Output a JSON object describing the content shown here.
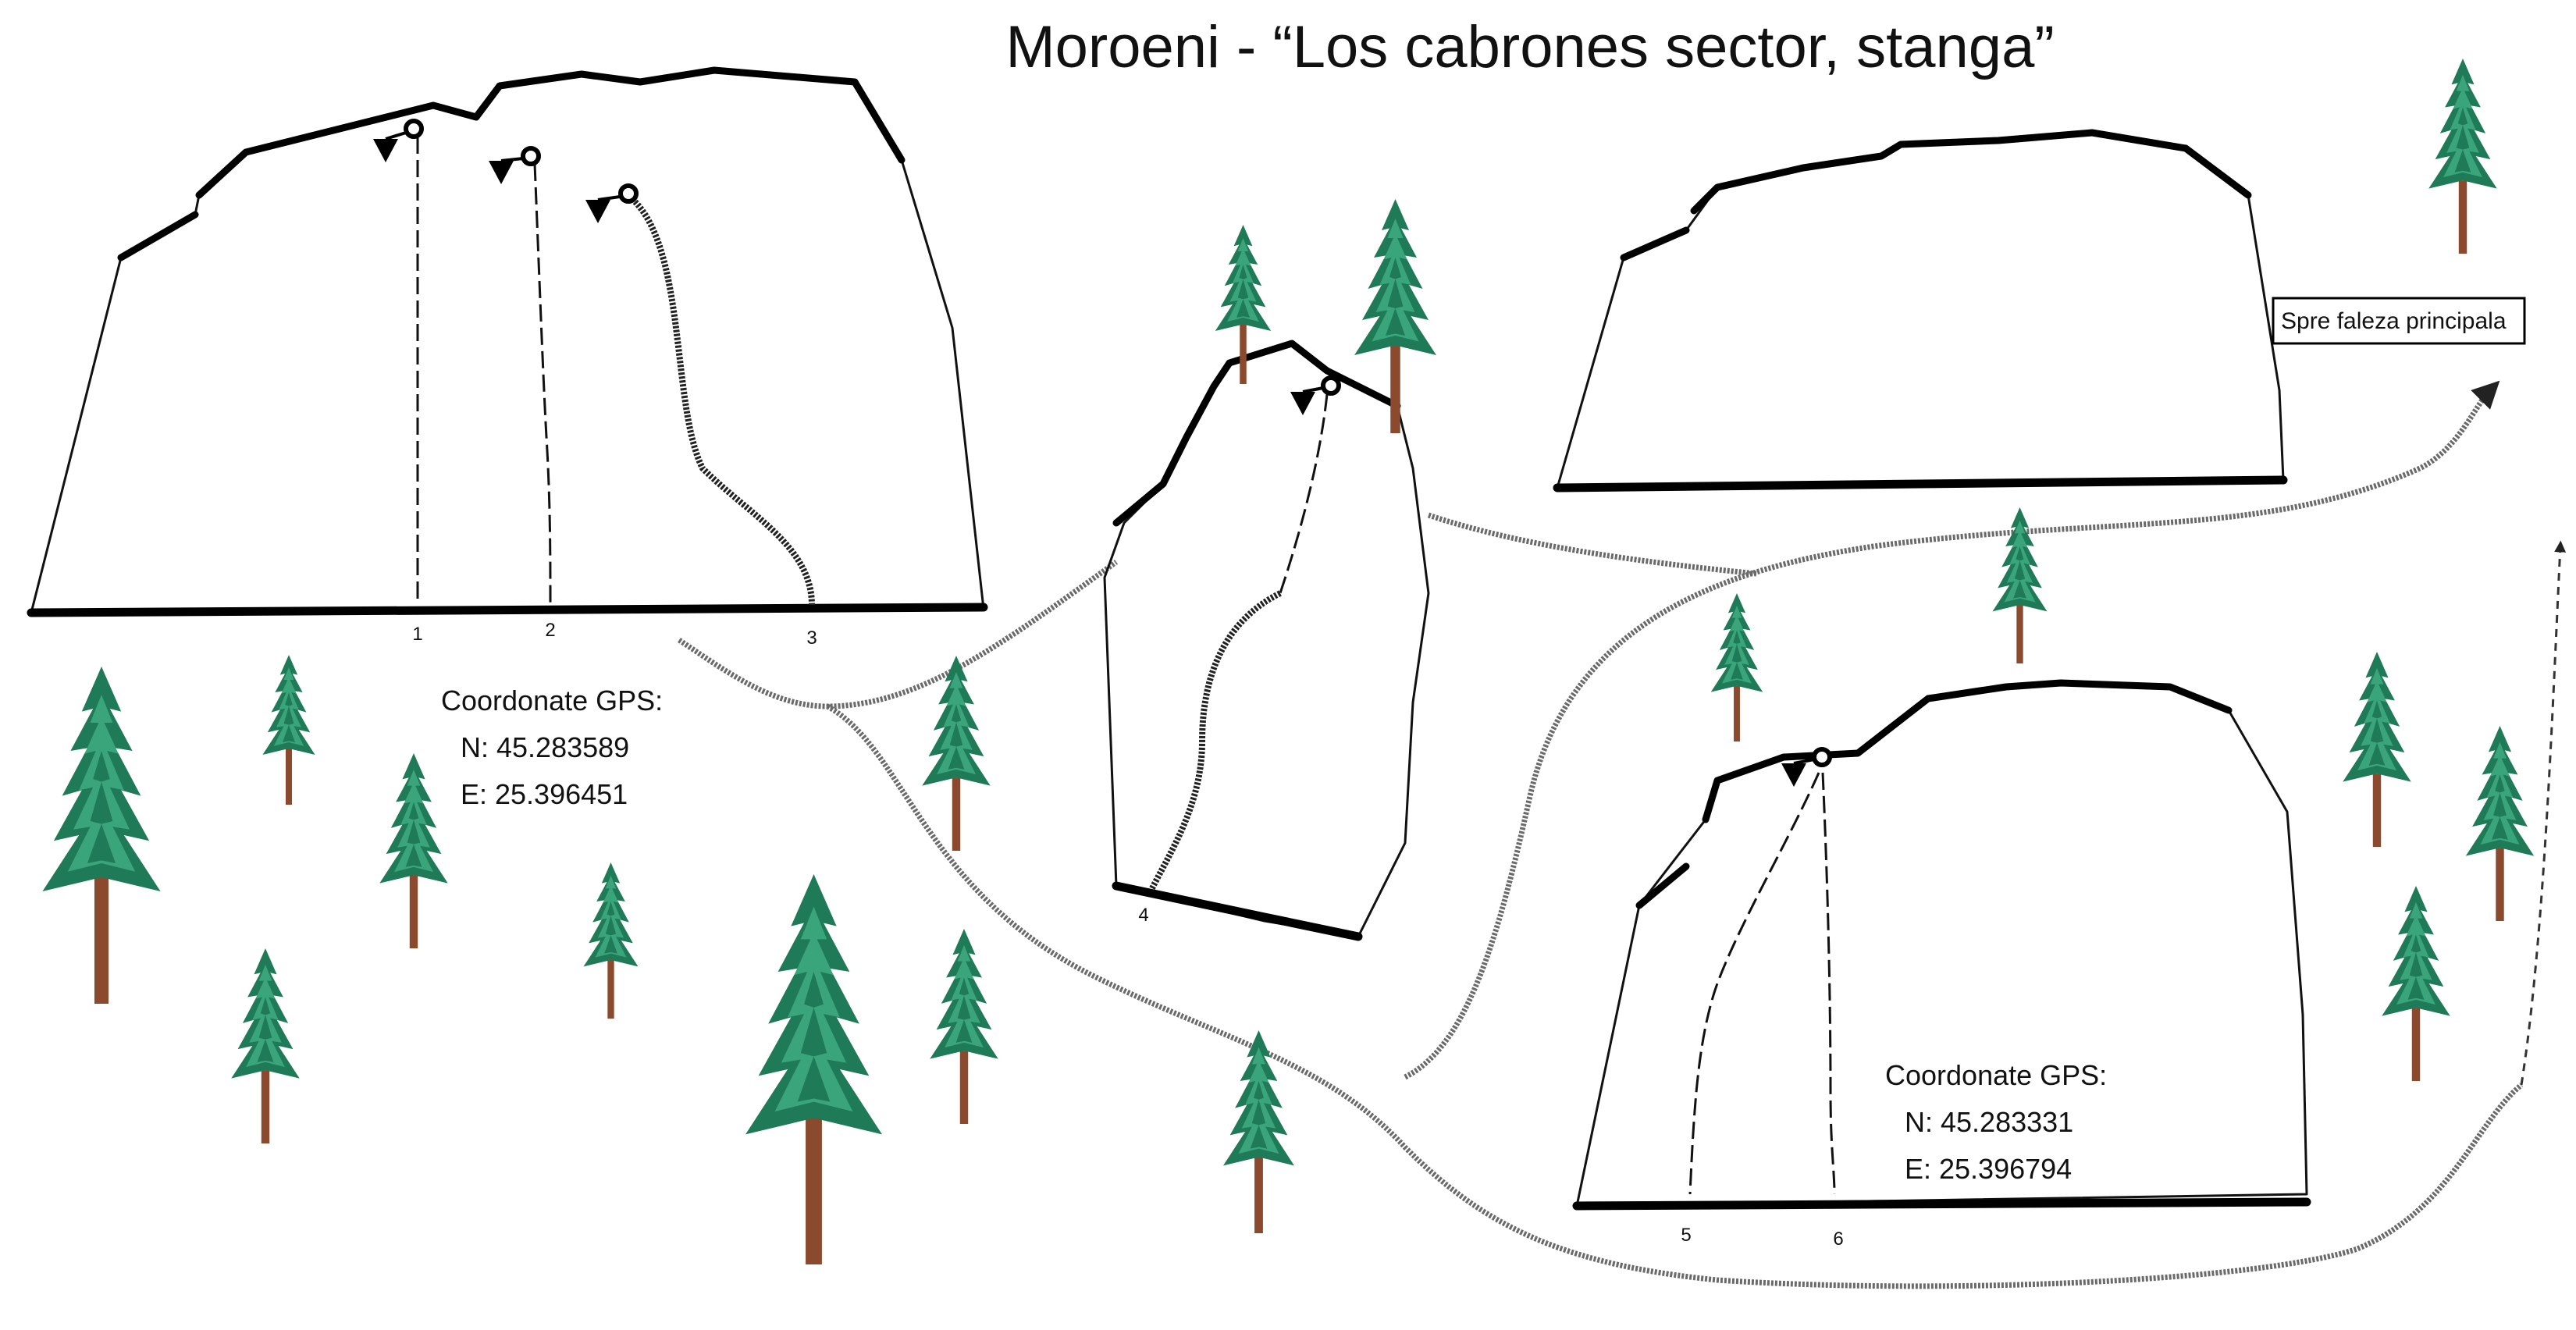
{
  "title": "Moroeni - “Los cabrones sector, stanga”",
  "sign": {
    "label": "Spre faleza principala"
  },
  "gps_left": {
    "heading": "Coordonate GPS:",
    "north": "N: 45.283589",
    "east": "E: 25.396451"
  },
  "gps_right": {
    "heading": "Coordonate GPS:",
    "north": "N: 45.283331",
    "east": "E: 25.396794"
  },
  "routes": [
    "1",
    "2",
    "3",
    "4",
    "5",
    "6"
  ],
  "colors": {
    "tree_dark": "#1f7a57",
    "tree_light": "#3aa57a",
    "trunk": "#8b4a2e",
    "trail": "#6a6a6a"
  }
}
